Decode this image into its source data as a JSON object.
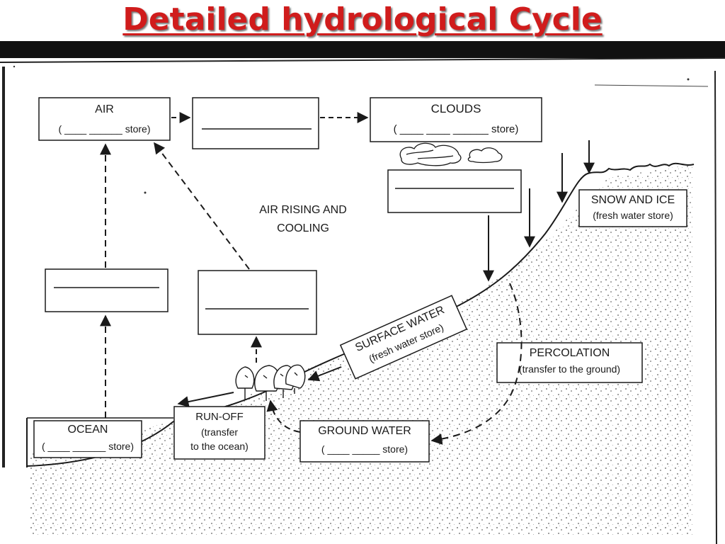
{
  "slide": {
    "title": "Detailed hydrological Cycle"
  },
  "colors": {
    "title": "#d01c1c",
    "ink": "#1a1a1a",
    "band": "#111111"
  },
  "labels": {
    "air_title": "AIR",
    "air_store": "( ____ ______ store)",
    "clouds_title": "CLOUDS",
    "clouds_store": "( ____ ____ ______ store)",
    "snow_title": "SNOW AND ICE",
    "snow_sub": "(fresh water store)",
    "air_rising_1": "AIR RISING AND",
    "air_rising_2": "COOLING",
    "surface_title": "SURFACE WATER",
    "surface_sub": "(fresh water store)",
    "percolation_title": "PERCOLATION",
    "percolation_sub": "(transfer to the ground)",
    "runoff_1": "RUN-OFF",
    "runoff_2": "(transfer",
    "runoff_3": "to the ocean)",
    "ocean_title": "OCEAN",
    "ocean_store": "( ____ ______ store)",
    "ground_title": "GROUND WATER",
    "ground_store": "( ____ _____ store)"
  }
}
